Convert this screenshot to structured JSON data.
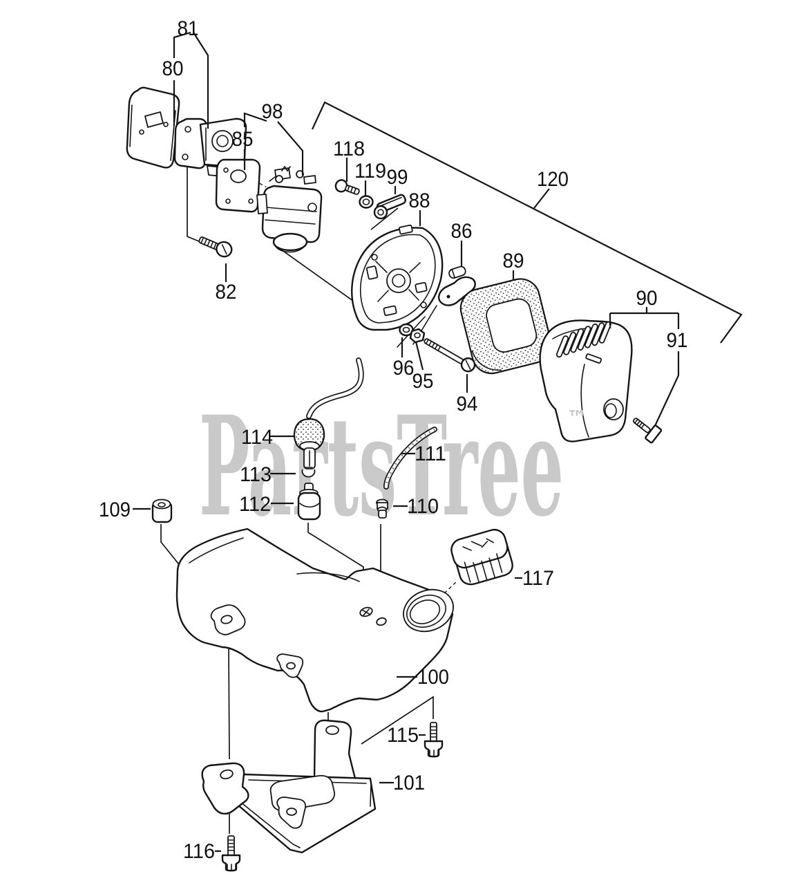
{
  "watermark": {
    "text": "PartsTree",
    "tm": "™",
    "color": "#c9c9c9"
  },
  "colors": {
    "background": "#ffffff",
    "line": "#141414"
  },
  "callouts": {
    "81": {
      "label": "81"
    },
    "80": {
      "label": "80"
    },
    "98": {
      "label": "98"
    },
    "85": {
      "label": "85"
    },
    "118": {
      "label": "118"
    },
    "119": {
      "label": "119"
    },
    "99": {
      "label": "99"
    },
    "88": {
      "label": "88"
    },
    "86": {
      "label": "86"
    },
    "89": {
      "label": "89"
    },
    "120": {
      "label": "120"
    },
    "90": {
      "label": "90"
    },
    "91": {
      "label": "91"
    },
    "82": {
      "label": "82"
    },
    "96": {
      "label": "96"
    },
    "95": {
      "label": "95"
    },
    "94": {
      "label": "94"
    },
    "114": {
      "label": "114"
    },
    "111": {
      "label": "111"
    },
    "113": {
      "label": "113"
    },
    "112": {
      "label": "112"
    },
    "110": {
      "label": "110"
    },
    "109": {
      "label": "109"
    },
    "117": {
      "label": "117"
    },
    "100": {
      "label": "100"
    },
    "115": {
      "label": "115"
    },
    "101": {
      "label": "101"
    },
    "116": {
      "label": "116"
    }
  }
}
